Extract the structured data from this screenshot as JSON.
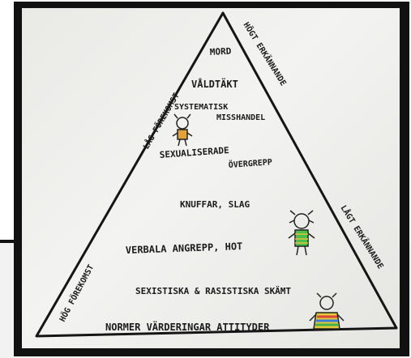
{
  "pyramid": {
    "levels": [
      "MORD",
      "VÅLDTÄKT",
      "SYSTEMATISK",
      "MISSHANDEL",
      "SEXUALISERADE",
      "ÖVERGREPP",
      "KNUFFAR, SLAG",
      "VERBALA ANGREPP, HOT",
      "SEXISTISKA & RASISTISKA SKÄMT",
      "NORMER VÄRDERINGAR ATTITYDER"
    ],
    "left_upper": "LÅG FÖREKOMST",
    "left_lower": "HÖG FÖREKOMST",
    "right_upper": "HÖGT ERKÄNNANDE",
    "right_lower": "LÅGT ERKÄNNANDE"
  }
}
